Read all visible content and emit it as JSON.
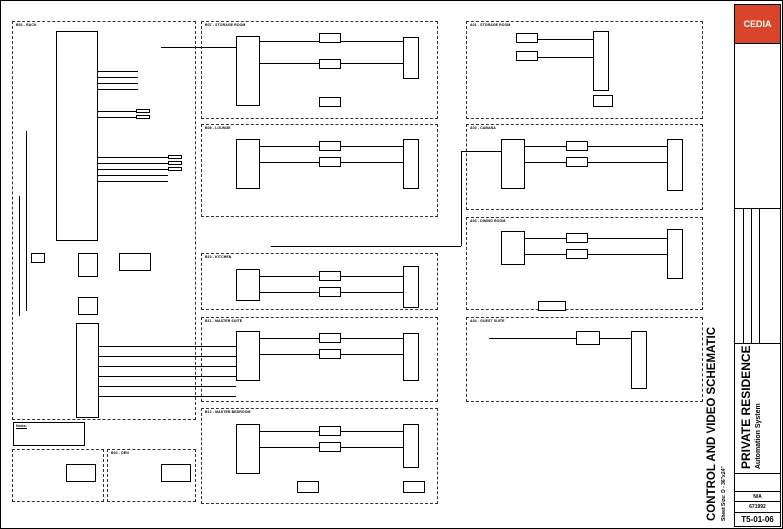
{
  "title_block": {
    "logo": "CEDIA",
    "drawing_title": "CONTROL AND VIDEO SCHEMATIC",
    "sheet_size": "Sheet Size: D - 36\"x24\"",
    "project_name": "PRIVATE RESIDENCE",
    "project_subtitle": "Automation System",
    "scale": "N/A",
    "project_number": "671992",
    "sheet_number": "T5-01-06"
  },
  "zones": [
    {
      "id": "main",
      "title": "B01 - RACK"
    },
    {
      "id": "storage",
      "title": "B07 - STORAGE ROOM"
    },
    {
      "id": "lounge",
      "title": "B08 - LOUNGE"
    },
    {
      "id": "kitchen",
      "title": "B10 - KITCHEN"
    },
    {
      "id": "master",
      "title": "B11 - MASTER SUITE"
    },
    {
      "id": "master_bed",
      "title": "B12 - MASTER BEDROOM"
    },
    {
      "id": "a1",
      "title": "A01 - STORAGE ROOM"
    },
    {
      "id": "a2",
      "title": "A02 - CABANA"
    },
    {
      "id": "a3",
      "title": "A03 - DINING ROOM"
    },
    {
      "id": "a4",
      "title": "A04 - GUEST SUITE"
    },
    {
      "id": "s1",
      "title": ""
    },
    {
      "id": "s2",
      "title": "B02 - DEN"
    }
  ],
  "legend": {
    "title": "Notes:"
  }
}
